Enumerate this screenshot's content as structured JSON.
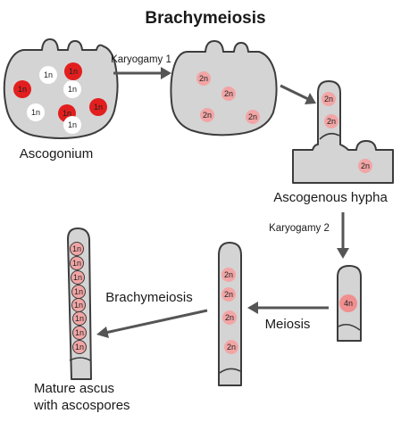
{
  "title": "Brachymeiosis",
  "labels": {
    "ascogonium": "Ascogonium",
    "karyogamy1": "Karyogamy 1",
    "ascogenous_hypha": "Ascogenous hypha",
    "karyogamy2": "Karyogamy 2",
    "meiosis": "Meiosis",
    "brachymeiosis": "Brachymeiosis",
    "mature_line1": "Mature ascus",
    "mature_line2": "with ascospores"
  },
  "nuclei": {
    "n1": "1n",
    "n2": "2n",
    "n4": "4n"
  },
  "colors": {
    "cell_fill": "#d4d4d4",
    "outline": "#3c3c3c",
    "nucleus_1n_red": "#e31e1e",
    "nucleus_1n_white": "#ffffff",
    "nucleus_2n": "#f2a5a5",
    "nucleus_4n": "#f08f8f",
    "arrow": "#555555"
  }
}
